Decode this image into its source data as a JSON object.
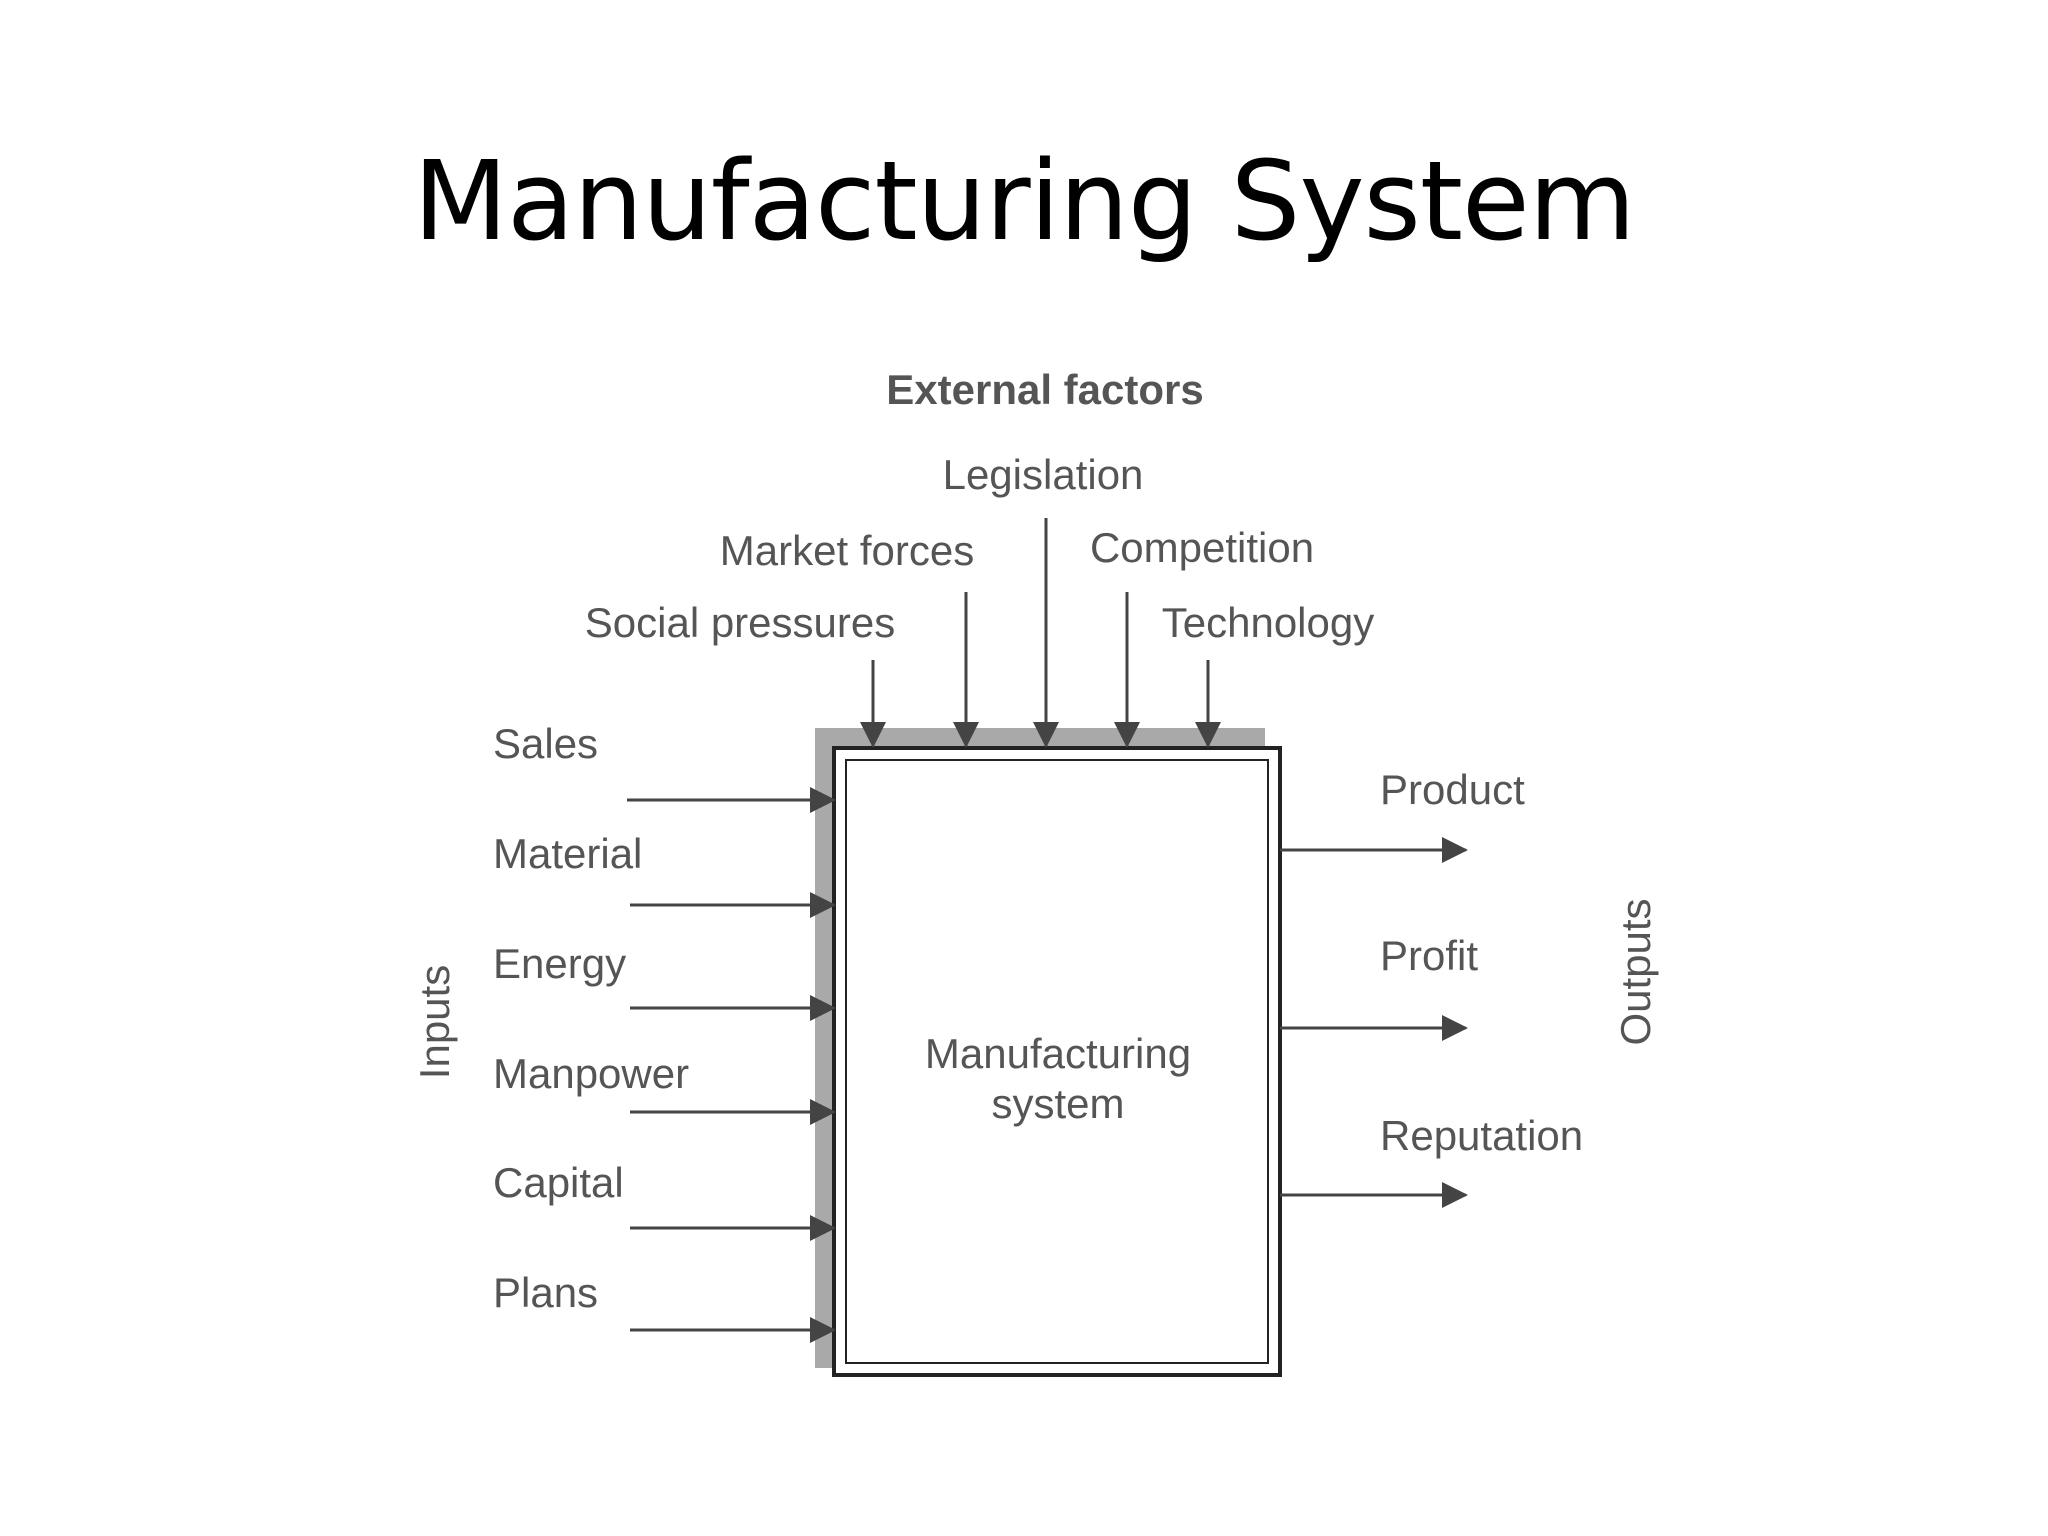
{
  "title": "Manufacturing System",
  "diagram": {
    "external_factors_heading": "External factors",
    "external_factors": {
      "legislation": "Legislation",
      "market_forces": "Market forces",
      "competition": "Competition",
      "social_pressures": "Social pressures",
      "technology": "Technology"
    },
    "inputs_heading": "Inputs",
    "inputs": [
      "Sales",
      "Material",
      "Energy",
      "Manpower",
      "Capital",
      "Plans"
    ],
    "outputs_heading": "Outputs",
    "outputs": [
      "Product",
      "Profit",
      "Reputation"
    ],
    "system_label_line1": "Manufacturing",
    "system_label_line2": "system"
  }
}
